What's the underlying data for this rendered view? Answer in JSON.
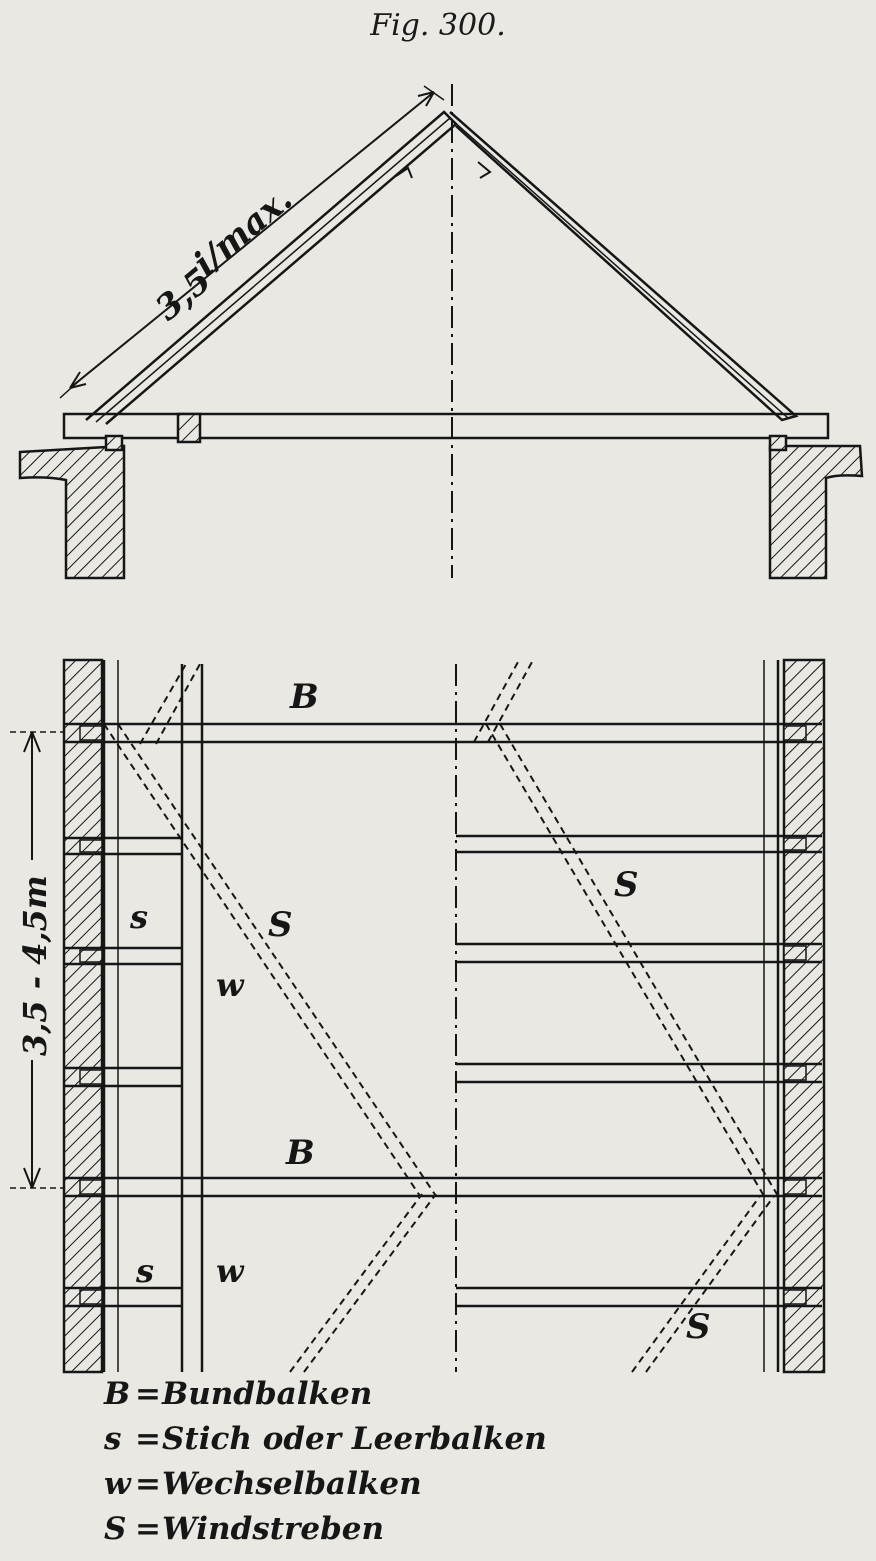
{
  "figure": {
    "title": "Fig. 300."
  },
  "dimensions": {
    "rafter_length": "3,5",
    "rafter_length_unit": "i/max.",
    "beam_spacing": "3,5 - 4,5m"
  },
  "labels": {
    "B": "B",
    "s": "s",
    "w": "w",
    "S": "S"
  },
  "legend": [
    {
      "symbol": "B",
      "text": "Bundbalken"
    },
    {
      "symbol": "s",
      "text": "Stich oder Leerbalken"
    },
    {
      "symbol": "w",
      "text": "Wechselbalken"
    },
    {
      "symbol": "S",
      "text": "Windstreben"
    }
  ],
  "colors": {
    "ink": "#161616",
    "paper": "#e9e8e3"
  }
}
